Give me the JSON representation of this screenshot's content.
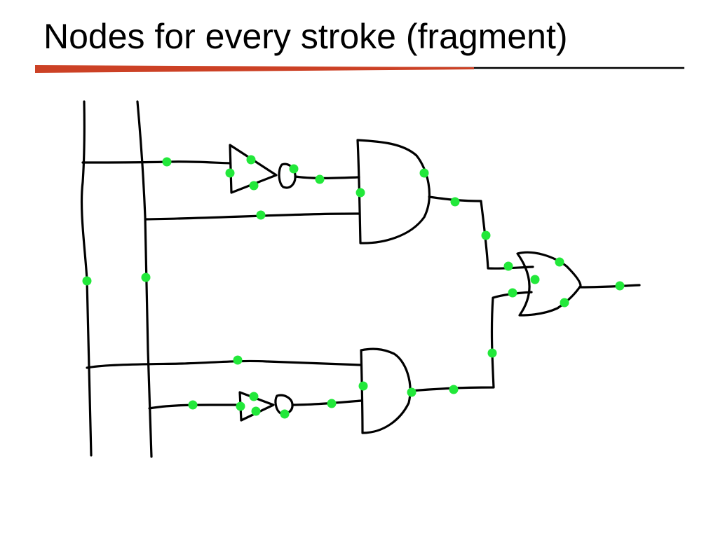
{
  "slide": {
    "title": "Nodes for every stroke (fragment)"
  },
  "colors": {
    "title_text": "#000000",
    "accent_bar": "#cc4125",
    "rule_line": "#000000",
    "stroke": "#000000",
    "node": "#22e83a",
    "background": "#ffffff"
  },
  "diagram": {
    "description_tokens": [
      "bus-line",
      "not-gate",
      "and-gate",
      "or-gate",
      "node-dot"
    ]
  }
}
